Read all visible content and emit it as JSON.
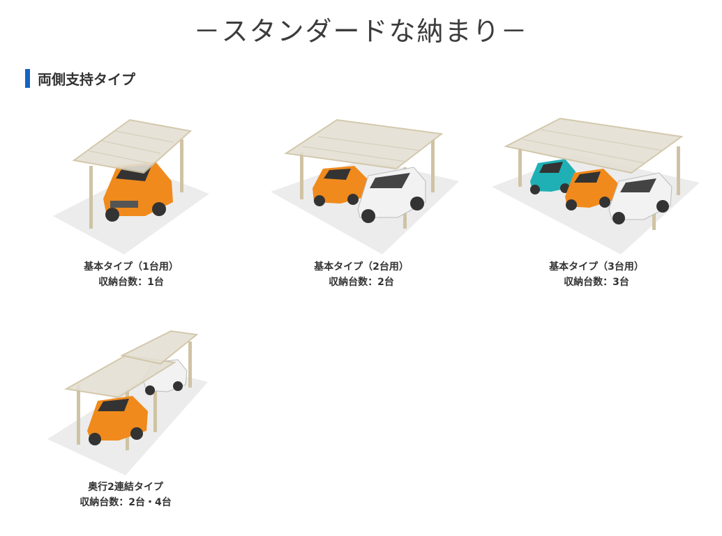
{
  "page": {
    "title": "－スタンダードな納まり－"
  },
  "section": {
    "heading": "両側支持タイプ",
    "accent_color": "#1565c0"
  },
  "items": [
    {
      "name": "基本タイプ（1台用）",
      "capacity": "収納台数：1台"
    },
    {
      "name": "基本タイプ（2台用）",
      "capacity": "収納台数：2台"
    },
    {
      "name": "基本タイプ（3台用）",
      "capacity": "収納台数：3台"
    },
    {
      "name": "奥行2連結タイプ",
      "capacity": "収納台数：2台・4台"
    }
  ]
}
